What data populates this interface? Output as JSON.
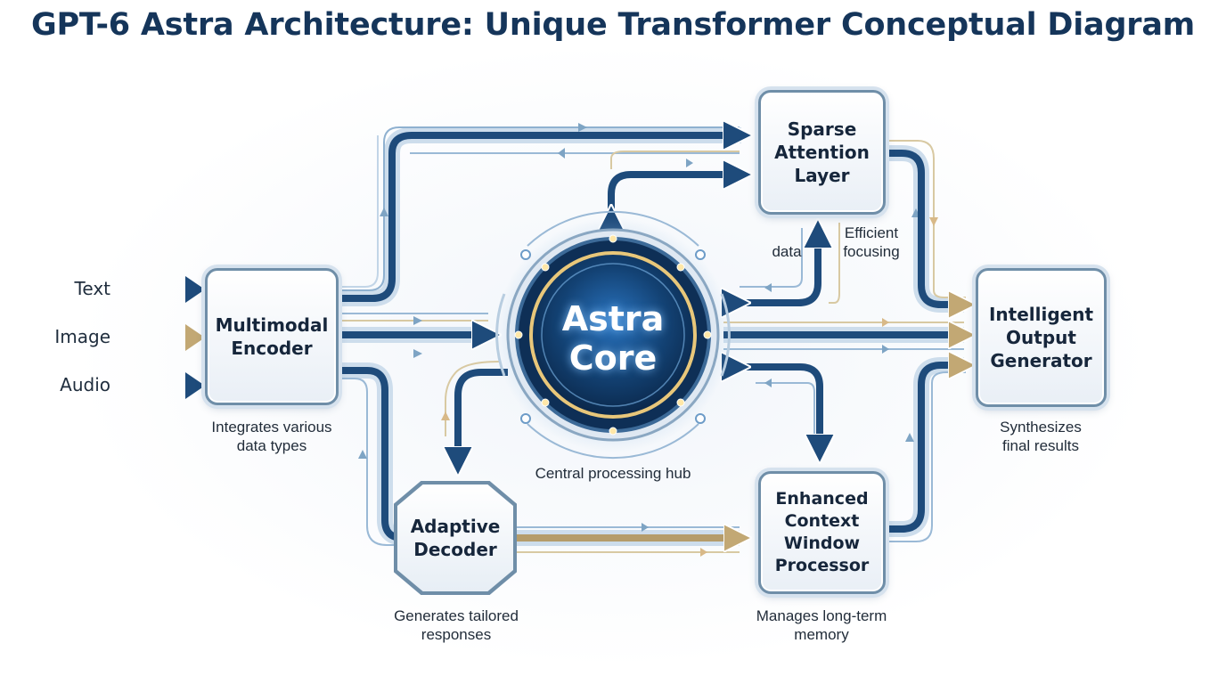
{
  "title": "GPT-6 Astra Architecture: Unique Transformer Conceptual Diagram",
  "inputs": [
    "Text",
    "Image",
    "Audio"
  ],
  "nodes": {
    "encoder": {
      "lines": [
        "Multimodal",
        "Encoder"
      ],
      "caption": [
        "Integrates various",
        "data types"
      ]
    },
    "core": {
      "lines": [
        "Astra",
        "Core"
      ],
      "caption": [
        "Central processing hub"
      ]
    },
    "sparse": {
      "lines": [
        "Sparse",
        "Attention",
        "Layer"
      ]
    },
    "decoder": {
      "lines": [
        "Adaptive",
        "Decoder"
      ],
      "caption": [
        "Generates tailored",
        "responses"
      ]
    },
    "context": {
      "lines": [
        "Enhanced",
        "Context",
        "Window",
        "Processor"
      ],
      "caption": [
        "Manages long-term",
        "memory"
      ]
    },
    "output": {
      "lines": [
        "Intelligent",
        "Output",
        "Generator"
      ],
      "caption": [
        "Synthesizes",
        "final results"
      ]
    }
  },
  "edge_labels": {
    "data": "data",
    "efficient": [
      "Efficient",
      "focusing"
    ]
  },
  "colors": {
    "navy": "#1e4b7b",
    "gold": "#c2a874",
    "title": "#15355a",
    "box_border": "#6f8ea8"
  }
}
